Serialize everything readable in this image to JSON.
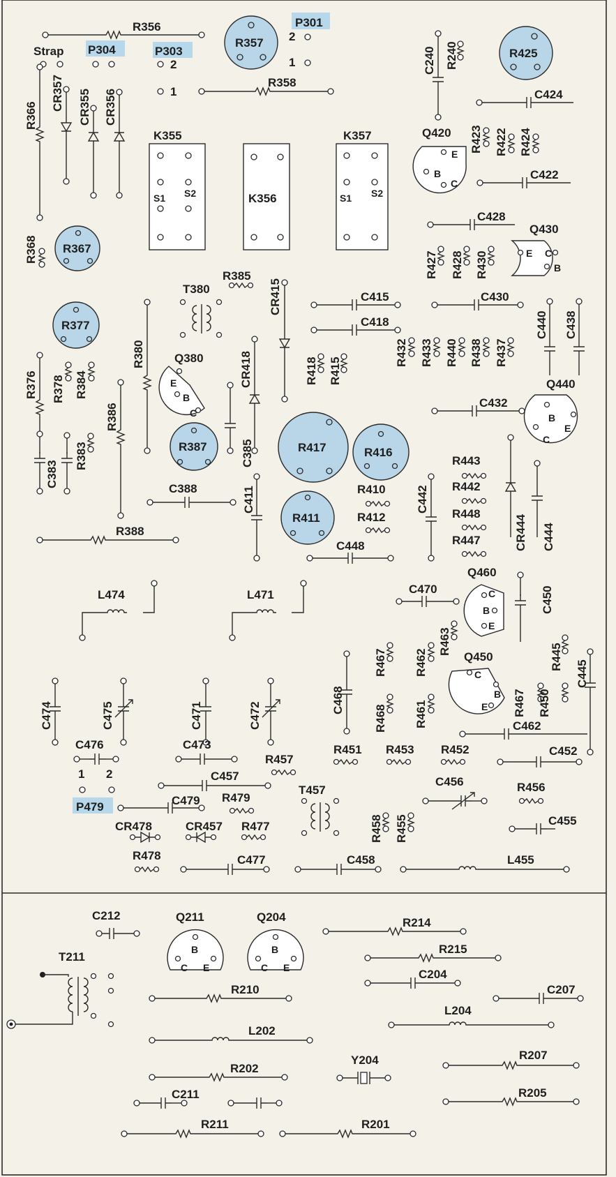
{
  "colors": {
    "background": "#f4f1e8",
    "ink": "#1e1e1e",
    "highlight": "#b7d7ea",
    "pot_fill": "#b8d6e8"
  },
  "labels": {
    "R356": "R356",
    "Strap": "Strap",
    "P304": "P304",
    "P303": "P303",
    "P301": "P301",
    "R357": "R357",
    "R358": "R358",
    "R425": "R425",
    "C240": "C240",
    "R240": "R240",
    "C424": "C424",
    "R366": "R366",
    "CR357": "CR357",
    "CR355": "CR355",
    "CR356": "CR356",
    "K355": "K355",
    "K356": "K356",
    "K357": "K357",
    "Q420": "Q420",
    "R423": "R423",
    "R422": "R422",
    "R424": "R424",
    "C422": "C422",
    "C428": "C428",
    "Q430": "Q430",
    "R367": "R367",
    "R368": "R368",
    "R427": "R427",
    "R428": "R428",
    "R430": "R430",
    "R385": "R385",
    "T380": "T380",
    "CR415": "CR415",
    "C415": "C415",
    "C430": "C430",
    "C418": "C418",
    "C440": "C440",
    "C438": "C438",
    "R377": "R377",
    "R380": "R380",
    "Q380": "Q380",
    "CR418": "CR418",
    "R418": "R418",
    "R415": "R415",
    "R432": "R432",
    "R433": "R433",
    "R440": "R440",
    "R438": "R438",
    "R437": "R437",
    "R376": "R376",
    "R378": "R378",
    "R384": "R384",
    "R386": "R386",
    "Q440": "Q440",
    "C432": "C432",
    "R387": "R387",
    "C385": "C385",
    "R417": "R417",
    "R416": "R416",
    "C383": "C383",
    "R383": "R383",
    "R443": "R443",
    "R442": "R442",
    "C388": "C388",
    "C411": "C411",
    "R410": "R410",
    "C442": "C442",
    "R411": "R411",
    "R412": "R412",
    "R448": "R448",
    "CR444": "CR444",
    "C444": "C444",
    "R388": "R388",
    "R447": "R447",
    "C448": "C448",
    "Q460": "Q460",
    "C450": "C450",
    "L474": "L474",
    "L471": "L471",
    "C470": "C470",
    "R463": "R463",
    "R462": "R462",
    "R445": "R445",
    "R467": "R467",
    "C468": "C468",
    "Q450": "Q450",
    "C445": "C445",
    "C474": "C474",
    "C475": "C475",
    "C471": "C471",
    "C472": "C472",
    "R468": "R468",
    "R461": "R461",
    "R450": "R450",
    "C462": "C462",
    "C476": "C476",
    "C473": "C473",
    "R451": "R451",
    "R453": "R453",
    "R452": "R452",
    "C452": "C452",
    "R457": "R457",
    "C457": "C457",
    "P479": "P479",
    "C479": "C479",
    "R479": "R479",
    "T457": "T457",
    "C456": "C456",
    "R456": "R456",
    "CR478": "CR478",
    "CR457": "CR457",
    "R477": "R477",
    "R458": "R458",
    "R455": "R455",
    "C455": "C455",
    "R478": "R478",
    "C477": "C477",
    "C458": "C458",
    "L455": "L455",
    "C212": "C212",
    "Q211": "Q211",
    "Q204": "Q204",
    "R214": "R214",
    "T211": "T211",
    "R215": "R215",
    "C204": "C204",
    "R210": "R210",
    "C207": "C207",
    "L204": "L204",
    "L202": "L202",
    "R207": "R207",
    "R202": "R202",
    "Y204": "Y204",
    "R205": "R205",
    "C211": "C211",
    "R211": "R211",
    "R201": "R201"
  },
  "pins": {
    "one": "1",
    "two": "2",
    "E": "E",
    "B": "B",
    "C": "C",
    "S1": "S1",
    "S2": "S2"
  }
}
